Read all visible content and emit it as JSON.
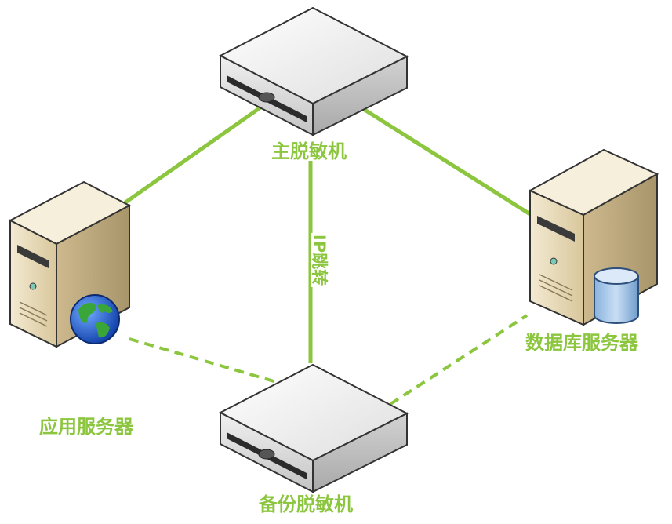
{
  "nodes": {
    "primary_masker": {
      "label": "主脱敏机"
    },
    "backup_masker": {
      "label": "备份脱敏机"
    },
    "app_server": {
      "label": "应用服务器"
    },
    "db_server": {
      "label": "数据库服务器"
    }
  },
  "links": {
    "ip_switch_label": "IP跳转"
  },
  "colors": {
    "link_green": "#8cc63f",
    "label_green": "#8cc63f",
    "device_top": "#f4f4f4",
    "device_side": "#cfcfcf",
    "server_body": "#e9dcb8",
    "server_side": "#c9b68a"
  },
  "icons": {
    "masker": "network-appliance-icon",
    "app_server": "web-server-globe-icon",
    "db_server": "database-server-icon"
  }
}
